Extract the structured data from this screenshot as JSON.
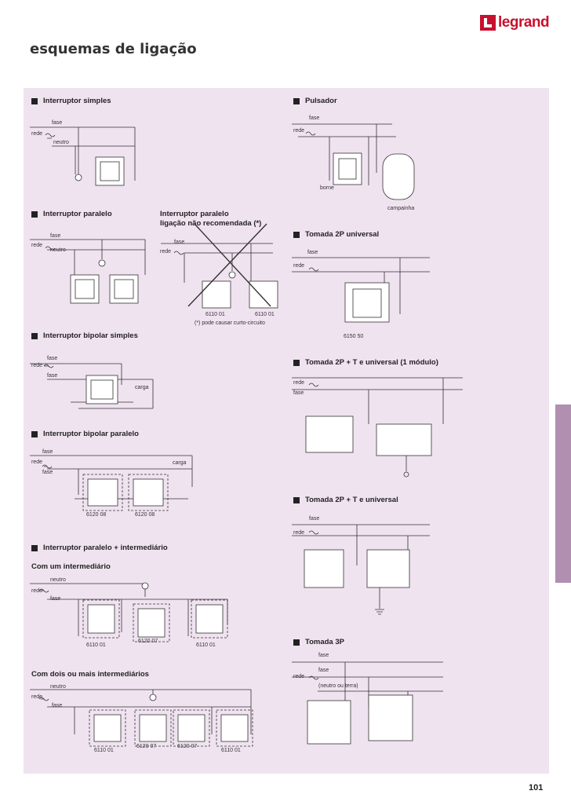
{
  "brand": "legrand",
  "title": "esquemas de ligação",
  "page_number": "101",
  "colors": {
    "panel": "#f0e3f0",
    "tab": "#b18fb0",
    "brand": "#c8102e"
  },
  "sections": {
    "interruptor_simples": {
      "title": "Interruptor simples",
      "fase": "fase",
      "rede": "rede",
      "neutro": "neutro"
    },
    "pulsador": {
      "title": "Pulsador",
      "fase": "fase",
      "rede": "rede",
      "borne": "borne",
      "campainha": "campainha"
    },
    "interruptor_paralelo": {
      "title": "Interruptor paralelo",
      "fase": "fase",
      "rede": "rede",
      "neutro": "neutro"
    },
    "nao_recomendada": {
      "title_line1": "Interruptor paralelo",
      "title_line2": "ligação não recomendada (*)",
      "fase": "fase",
      "rede": "rede",
      "ref1": "6110 01",
      "ref2": "6110 01",
      "note": "(*) pode causar curto-circuito"
    },
    "tomada_2p_universal": {
      "title": "Tomada 2P universal",
      "fase": "fase",
      "rede": "rede",
      "ref": "6150 50"
    },
    "interruptor_bipolar_simples": {
      "title": "Interruptor bipolar simples",
      "fase1": "fase",
      "fase2": "fase",
      "rede": "rede",
      "carga": "carga"
    },
    "tomada_2pt_1modulo": {
      "title": "Tomada 2P + T e universal (1 módulo)",
      "rede": "rede",
      "fase": "fase"
    },
    "interruptor_bipolar_paralelo": {
      "title": "Interruptor bipolar paralelo",
      "fase1": "fase",
      "fase2": "fase",
      "rede": "rede",
      "carga": "carga",
      "ref1": "6120 08",
      "ref2": "6120 08"
    },
    "tomada_2pt_universal": {
      "title": "Tomada 2P + T e universal",
      "fase": "fase",
      "rede": "rede"
    },
    "paralelo_intermediario": {
      "title": "Interruptor paralelo + intermediário",
      "sub1": "Com um intermediário",
      "neutro1": "neutro",
      "rede1": "rede",
      "fase1": "fase",
      "ref_a1": "6110 01",
      "ref_a2": "6120 07",
      "ref_a3": "6110 01",
      "sub2": "Com dois ou mais intermediários",
      "neutro2": "neutro",
      "rede2": "rede",
      "fase2": "fase",
      "ref_b1": "6110 01",
      "ref_b2": "6120 07",
      "ref_b3": "6120 07",
      "ref_b4": "6110 01"
    },
    "tomada_3p": {
      "title": "Tomada 3P",
      "fase1": "fase",
      "fase2": "fase",
      "rede": "rede",
      "neutro_terra": "(neutro ou terra)"
    }
  }
}
